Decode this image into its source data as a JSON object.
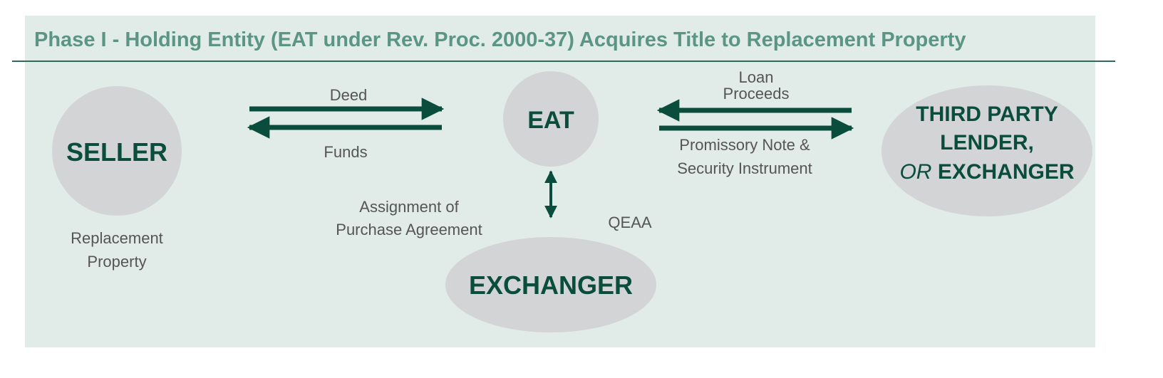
{
  "title": "Phase I - Holding Entity (EAT under Rev. Proc. 2000-37) Acquires Title to Replacement Property",
  "colors": {
    "panel": "#e1ebe7",
    "node": "#d3d4d6",
    "accent": "#0a4d3c",
    "title": "#5b9584",
    "label": "#555555"
  },
  "nodes": {
    "seller": "SELLER",
    "eat": "EAT",
    "exchanger": "EXCHANGER",
    "lender_line1": "THIRD PARTY",
    "lender_line2": "LENDER,",
    "lender_or": "OR",
    "lender_line3": "EXCHANGER"
  },
  "labels": {
    "deed": "Deed",
    "funds": "Funds",
    "loan_line1": "Loan",
    "loan_line2": "Proceeds",
    "note_line1": "Promissory Note &",
    "note_line2": "Security Instrument",
    "assignment_line1": "Assignment of",
    "assignment_line2": "Purchase Agreement",
    "qeaa": "QEAA",
    "replacement_line1": "Replacement",
    "replacement_line2": "Property"
  }
}
